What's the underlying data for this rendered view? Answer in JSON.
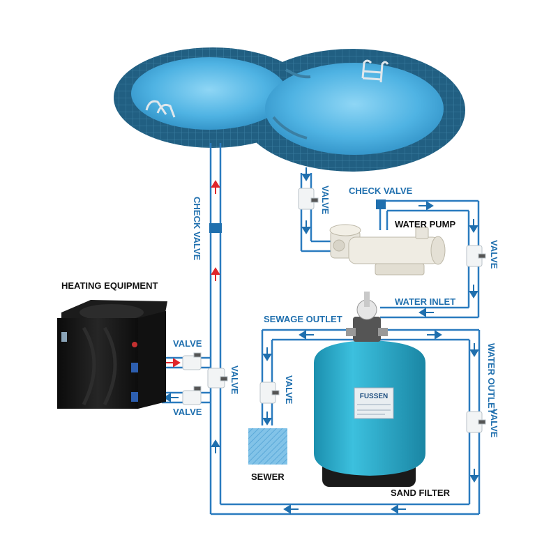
{
  "labels": {
    "heating_equipment": "HEATING EQUIPMENT",
    "check_valve_vertical": "CHECK VALVE",
    "check_valve_pump": "CHECK VALVE",
    "water_pump": "WATER PUMP",
    "water_inlet": "WATER INLET",
    "sewage_outlet": "SEWAGE OUTLET",
    "water_outlet": "WATER OUTLET",
    "valve_heater_top": "VALVE",
    "valve_heater_bottom": "VALVE",
    "valve_main_line": "VALVE",
    "valve_pool_suction": "VALVE",
    "valve_pump_outlet": "VALVE",
    "valve_sewage": "VALVE",
    "valve_filter_return": "VALVE",
    "sewer": "SEWER",
    "sand_filter": "SAND FILTER",
    "filter_brand": "FUSSEN"
  },
  "colors": {
    "pipe": "#2a7bbf",
    "pipe_arrow": "#1f6fae",
    "hot_arrow": "#e0262b",
    "label_blue": "#1f6fae",
    "pool_water": "#4fb3e3",
    "pool_rim": "#1e5e80",
    "filter_tank": "#2aa3c3",
    "heater_body": "#151515",
    "sewer_box": "#7fc0e6"
  }
}
